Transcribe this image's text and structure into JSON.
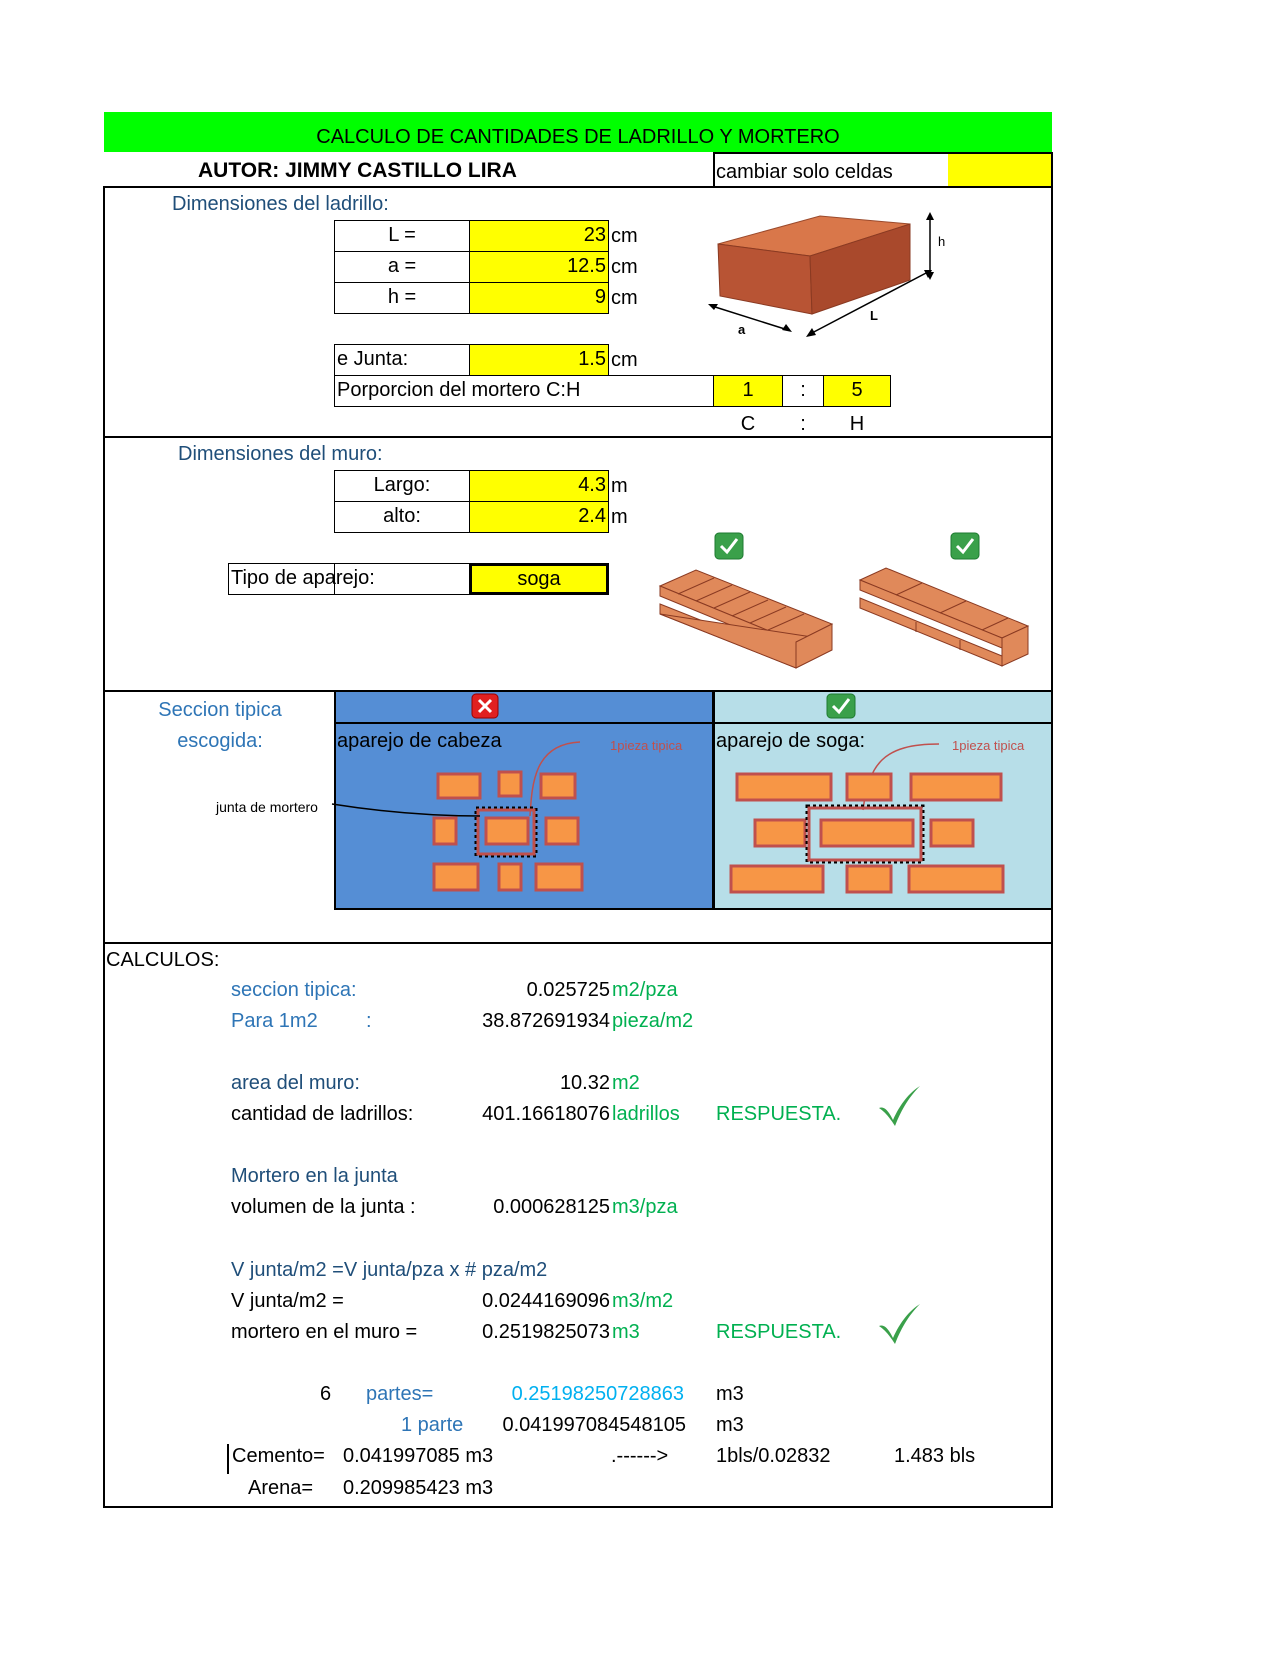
{
  "header": {
    "title": "CALCULO DE CANTIDADES DE LADRILLO Y MORTERO",
    "author": "AUTOR: JIMMY CASTILLO LIRA",
    "note": "cambiar solo celdas"
  },
  "ladrillo": {
    "section_label": "Dimensiones del ladrillo:",
    "L_label": "L =",
    "L_value": "23",
    "L_unit": "cm",
    "a_label": "a =",
    "a_value": "12.5",
    "a_unit": "cm",
    "h_label": "h =",
    "h_value": "9",
    "h_unit": "cm",
    "junta_label": "e Junta:",
    "junta_value": "1.5",
    "junta_unit": "cm",
    "proporcion_label": "Porporcion del mortero C:H",
    "prop_c": "1",
    "prop_sep": ":",
    "prop_h": "5",
    "c_letter": "C",
    "h_letter": "H",
    "img_h": "h",
    "img_a": "a",
    "img_L": "L"
  },
  "muro": {
    "section_label": "Dimensiones del muro:",
    "largo_label": "Largo:",
    "largo_value": "4.3",
    "largo_unit": "m",
    "alto_label": "alto:",
    "alto_value": "2.4",
    "alto_unit": "m",
    "aparejo_label": "Tipo de aparejo:",
    "aparejo_value": "soga"
  },
  "seccion": {
    "label_line1": "Seccion tipica",
    "label_line2": "escogida:",
    "cabeza_title": "aparejo de cabeza",
    "soga_title": "aparejo de soga:",
    "pieza_note": "1pieza tipica",
    "junta_note": "junta de mortero"
  },
  "calculos": {
    "heading": "CALCULOS:",
    "seccion_tipica_label": "seccion tipica:",
    "seccion_tipica_value": "0.025725",
    "seccion_tipica_unit": "m2/pza",
    "para_label": "Para 1m2",
    "para_colon": ":",
    "para_value": "38.872691934",
    "para_unit": "pieza/m2",
    "area_label": "area del muro:",
    "area_value": "10.32",
    "area_unit": "m2",
    "ladrillos_label": "cantidad de ladrillos:",
    "ladrillos_value": "401.16618076",
    "ladrillos_unit": "ladrillos",
    "respuesta": "RESPUESTA.",
    "mortero_heading": "Mortero en la junta",
    "vol_junta_label": "volumen de la junta :",
    "vol_junta_value": "0.000628125",
    "vol_junta_unit": "m3/pza",
    "formula": "V junta/m2 =V junta/pza x # pza/m2",
    "vjunta_label": "V junta/m2 =",
    "vjunta_value": "0.0244169096",
    "vjunta_unit": "m3/m2",
    "mortero_muro_label": "mortero en el muro =",
    "mortero_muro_value": "0.2519825073",
    "mortero_muro_unit": "m3",
    "partes_num": "6",
    "partes_label": "partes=",
    "partes_value": "0.25198250728863",
    "partes_unit": "m3",
    "parte_label": "1 parte",
    "parte_value": "0.041997084548105",
    "parte_unit": "m3",
    "cemento_label": "Cemento=",
    "cemento_value": "0.041997085 m3",
    "arrow": ".------>",
    "bls_conv": "1bls/0.02832",
    "bls_total": "1.483 bls",
    "arena_label": "Arena=",
    "arena_value": "0.209985423 m3"
  }
}
